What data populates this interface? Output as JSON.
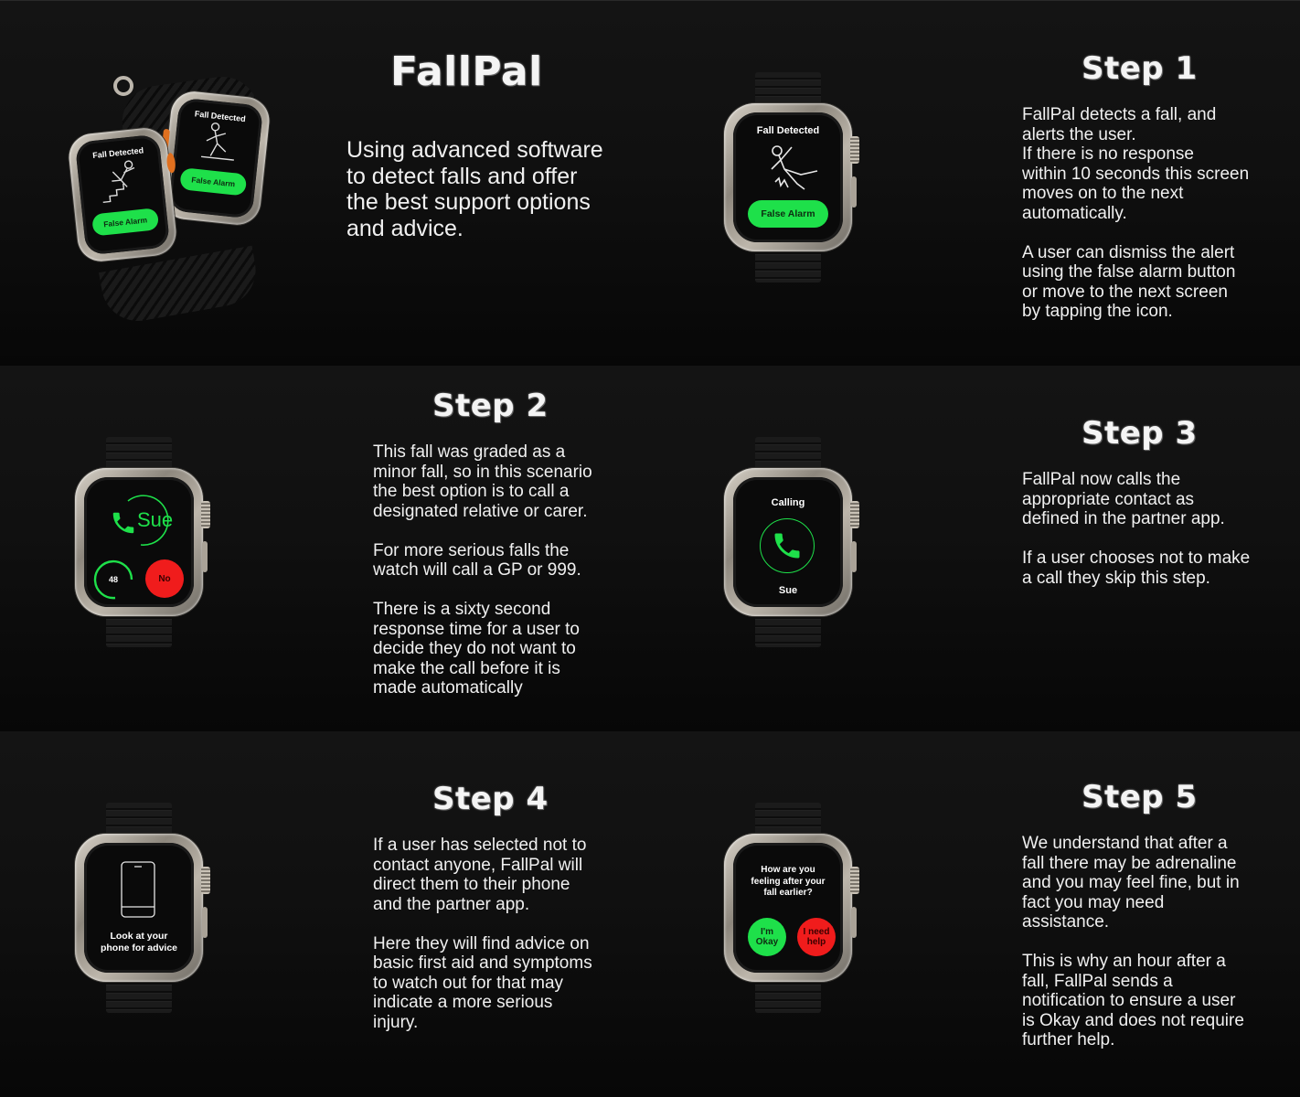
{
  "intro": {
    "title": "FallPal",
    "tagline": "Using advanced software\nto detect falls and offer\nthe best support options\nand advice.",
    "hero_watches": [
      {
        "screen_title": "Fall Detected",
        "button_label": "False Alarm",
        "icon": "falling-down-stairs-icon"
      },
      {
        "screen_title": "Fall Detected",
        "button_label": "False Alarm",
        "icon": "slipping-person-icon"
      }
    ]
  },
  "steps": [
    {
      "title": "Step 1",
      "paragraphs": [
        "FallPal detects a fall, and\nalerts the user.\nIf there is no response\nwithin 10 seconds this screen\nmoves on to the next\nautomatically.",
        "A user can dismiss the alert\nusing the false alarm button\nor move to the next screen\nby tapping the icon."
      ],
      "watch": {
        "screen_title": "Fall Detected",
        "button_label": "False Alarm",
        "icon": "falling-person-icon"
      }
    },
    {
      "title": "Step 2",
      "paragraphs": [
        "This fall was graded as a\nminor fall, so in this scenario\nthe best option is to call a\ndesignated relative or carer.",
        "For more serious falls the\nwatch will call a GP or 999.",
        "There is a sixty second\nresponse time for a user to\ndecide they do not want to\nmake the call before it is\nmade automatically"
      ],
      "watch": {
        "contact_name": "Sue",
        "countdown": "48",
        "decline_label": "No",
        "icon": "phone-icon"
      }
    },
    {
      "title": "Step 3",
      "paragraphs": [
        "FallPal now calls the\nappropriate contact as\ndefined in the partner app.",
        "If a user chooses not to make\na call they skip this step."
      ],
      "watch": {
        "status": "Calling",
        "contact_name": "Sue",
        "icon": "phone-icon"
      }
    },
    {
      "title": "Step 4",
      "paragraphs": [
        "If a user has selected not to\ncontact anyone, FallPal will\ndirect them to their phone\nand the partner app.",
        "Here they will find advice on\nbasic first aid and symptoms\nto watch out for that may\nindicate a more serious\ninjury."
      ],
      "watch": {
        "message": "Look at your\nphone for advice",
        "icon": "smartphone-icon"
      }
    },
    {
      "title": "Step 5",
      "paragraphs": [
        "We understand that after a\nfall there may be adrenaline\nand you may feel fine, but in\nfact you may need\nassistance.",
        "This is why an hour after a\nfall, FallPal sends a\nnotification to ensure a user\nis Okay and does not require\nfurther help."
      ],
      "watch": {
        "question": "How are you\nfeeling after your\nfall earlier?",
        "ok_label": "I'm\nOkay",
        "help_label": "I need\nhelp"
      }
    }
  ],
  "colors": {
    "accent_green": "#1ee04a",
    "alert_red": "#f01c1c",
    "background": "#101010",
    "text": "#f0f0f0"
  }
}
